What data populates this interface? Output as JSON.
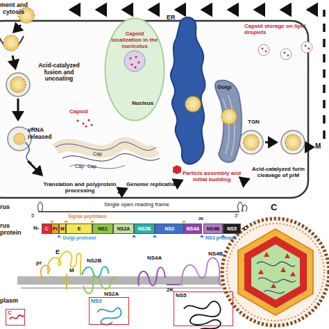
{
  "diagram": {
    "nodes": [
      {
        "text": [
          "Capsid localization in the nucleolus",
          "Nucleus"
        ]
      },
      {
        "text": [
          "ER"
        ]
      },
      {
        "text": [
          "Golgi"
        ]
      },
      {
        "text": [
          "C"
        ]
      },
      {
        "text": [
          "Pr"
        ]
      },
      {
        "text": [
          "M"
        ]
      },
      {
        "text": [
          "E"
        ]
      },
      {
        "text": [
          "NS1"
        ]
      },
      {
        "text": [
          "NS2A"
        ]
      },
      {
        "text": [
          "NS2B"
        ]
      },
      {
        "text": [
          "NS3"
        ]
      },
      {
        "text": [
          "NS4A"
        ]
      },
      {
        "text": [
          "NS4B"
        ]
      },
      {
        "text": [
          "NS5"
        ]
      },
      {
        "text": [
          "C"
        ]
      },
      {
        "text": [
          "NS3"
        ]
      },
      {
        "text": [
          "NS5"
        ]
      }
    ],
    "labels": [
      "ment and",
      "cytosis",
      "Acid-catalyzed fusion and uncoating",
      "Capsid storage on lipid droplets",
      "vRNA released",
      "Capsid",
      "Cap",
      "Cap",
      "Cap",
      "Particle assembly and initial budding",
      "TGN",
      "M",
      "Translation and polyprotein processing",
      "Genome replication",
      "Acid-catalyzed furin cleavage of prM",
      "rus",
      "Single open reading frame",
      "5'",
      "3'",
      "rus protein",
      "N-",
      "-C",
      "Signal peptidase",
      "Golgi protease",
      "NS3 protease",
      "2K",
      "E",
      "pr",
      "M",
      "NS2B",
      "NS4A",
      "NS4B",
      "NS2A",
      "2K",
      "plasm",
      "C"
    ]
  }
}
